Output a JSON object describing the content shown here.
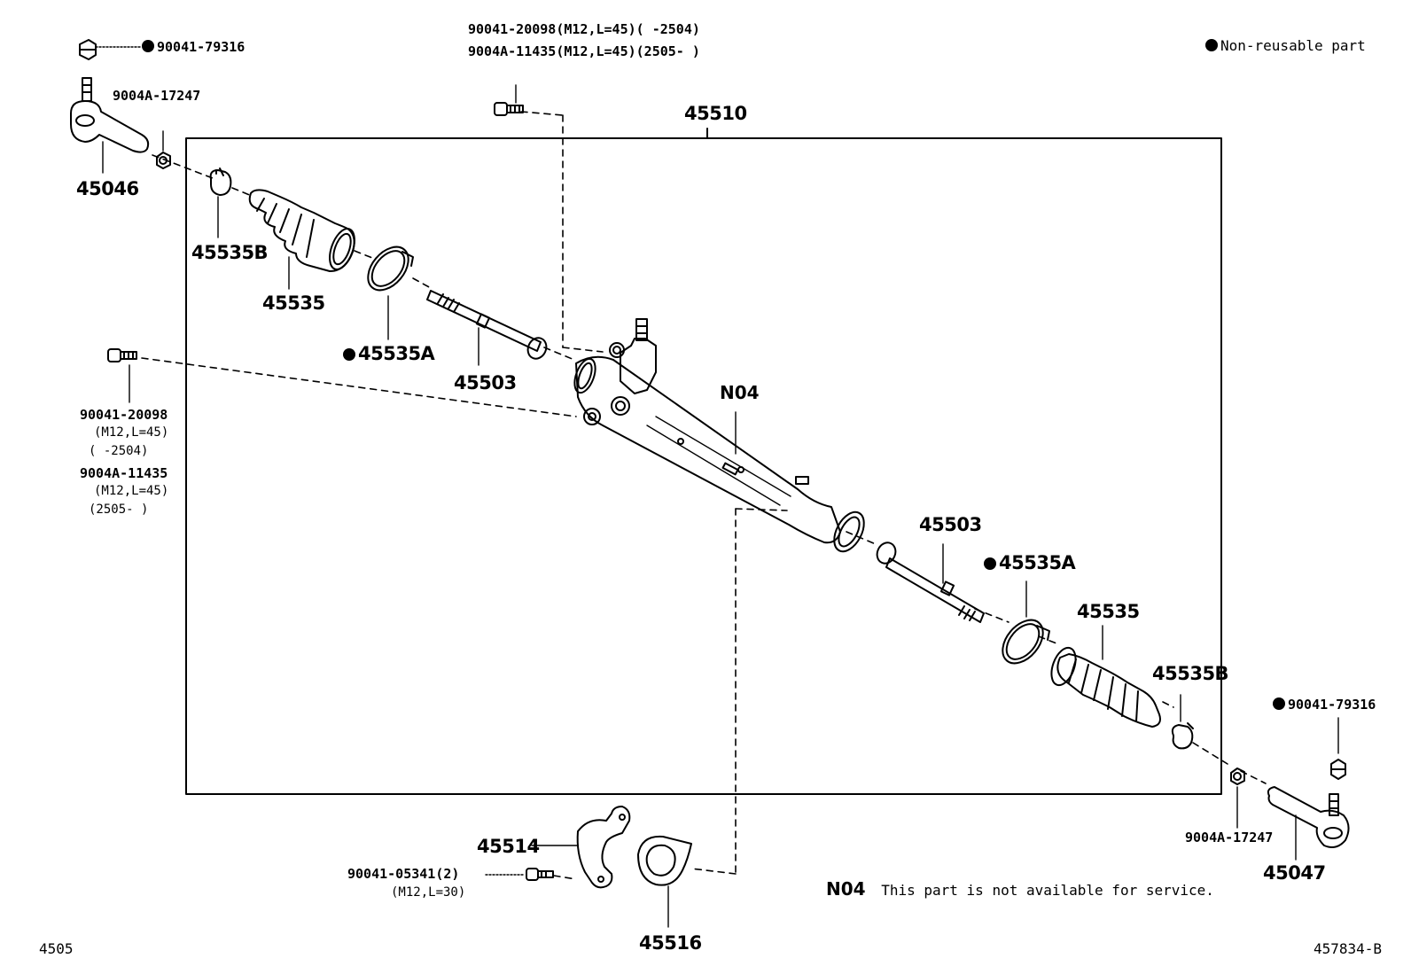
{
  "legend": {
    "non_reusable": "Non-reusable part"
  },
  "assembly": {
    "number": "45510"
  },
  "top_bolt": {
    "line1": "90041-20098(M12,L=45)(    -2504)",
    "line2": "9004A-11435(M12,L=45)(2505-    )"
  },
  "left_bolt": {
    "p1": "90041-20098",
    "p1_spec": "(M12,L=45)",
    "p1_range": "(    -2504)",
    "p2": "9004A-11435",
    "p2_spec": "(M12,L=45)",
    "p2_range": "(2505-    )"
  },
  "labels": {
    "nut_left": "90041-79316",
    "washer_left": "9004A-17247",
    "tie_end_left": "45046",
    "clamp_b_left": "45535B",
    "boot_left": "45535",
    "clamp_a_left": "45535A",
    "rod_left": "45503",
    "gear": "N04",
    "rod_right": "45503",
    "clamp_a_right": "45535A",
    "boot_right": "45535",
    "clamp_b_right": "45535B",
    "nut_right": "90041-79316",
    "washer_right": "9004A-17247",
    "tie_end_right": "45047",
    "bracket": "45514",
    "bracket_bolt": "90041-05341(2)",
    "bracket_bolt_spec": "(M12,L=30)",
    "grommet": "45516"
  },
  "note": {
    "code": "N04",
    "text": "This part is not available for service."
  },
  "footer": {
    "left": "4505",
    "right": "457834-B"
  }
}
